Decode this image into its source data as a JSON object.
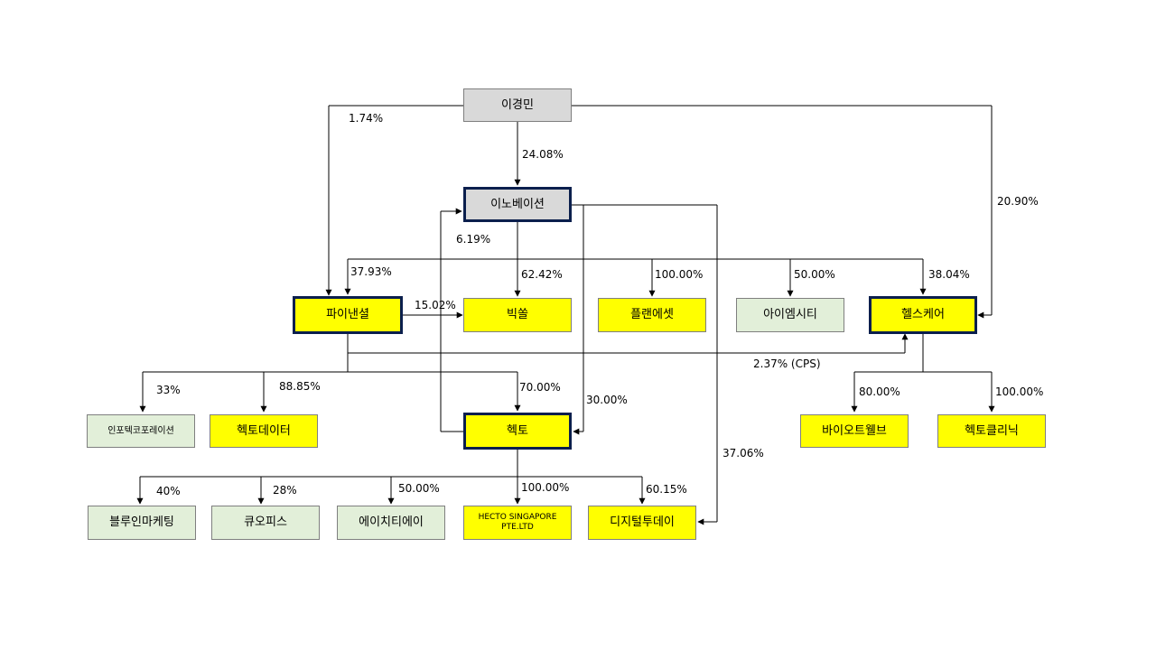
{
  "nodes": {
    "lee": "이경민",
    "innovation": "이노베이션",
    "financial": "파이낸셜",
    "bigsol": "빅쏠",
    "planasset": "플랜에셋",
    "iemcity": "아이엠시티",
    "healthcare": "헬스케어",
    "infotech": "인포텍코포레이션",
    "hectodata": "헥토데이터",
    "hecto": "헥토",
    "biowell": "바이오트웰브",
    "hectoclinic": "헥토클리닉",
    "bluein": "블루인마케팅",
    "qopis": "큐오피스",
    "hta": "에이치티에이",
    "hecto_sg": "HECTO SINGAPORE PTE.LTD",
    "digital": "디지털투데이"
  },
  "edges": {
    "lee_financial": "1.74%",
    "lee_innovation": "24.08%",
    "lee_healthcare": "20.90%",
    "hecto_innovation": "6.19%",
    "innov_financial": "37.93%",
    "innov_bigsol": "62.42%",
    "innov_planasset": "100.00%",
    "innov_iemcity": "50.00%",
    "innov_healthcare": "38.04%",
    "financial_bigsol": "15.02%",
    "financial_healthcare": "2.37% (CPS)",
    "financial_infotech": "33%",
    "financial_hectodata": "88.85%",
    "financial_hecto": "70.00%",
    "innov_hecto": "30.00%",
    "innov_digital": "37.06%",
    "health_biowell": "80.00%",
    "health_clinic": "100.00%",
    "hecto_bluein": "40%",
    "hecto_qopis": "28%",
    "hecto_hta": "50.00%",
    "hecto_sg": "100.00%",
    "hecto_digital": "60.15%"
  }
}
